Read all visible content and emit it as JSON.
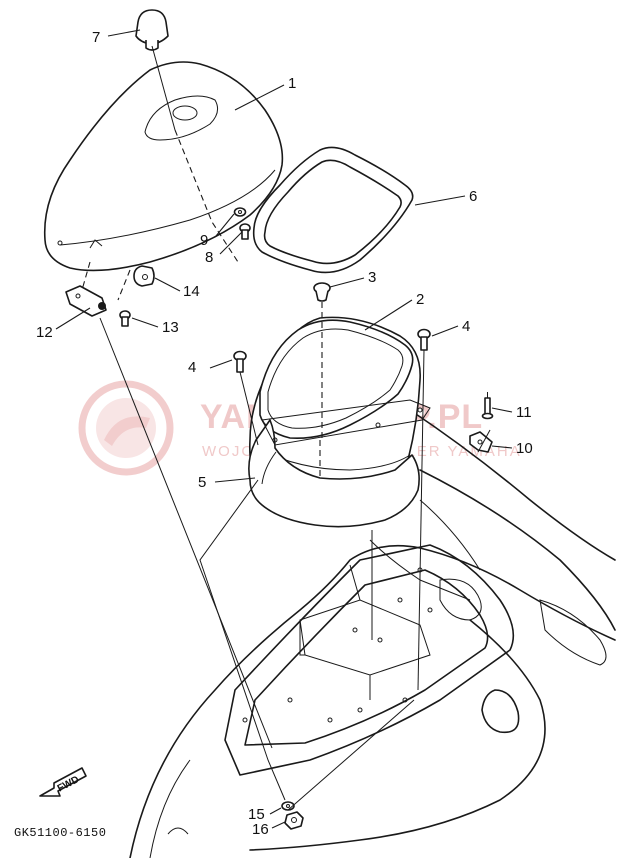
{
  "diagram": {
    "watermark": {
      "title": "YAMA-SKLEP.PL",
      "subtitle": "WOJCIECH SZCZ | DEALER YAMAHA"
    },
    "direction_label": "FWD",
    "drawing_code": "GK51100-6150",
    "callouts": [
      {
        "id": "c7",
        "label": "7"
      },
      {
        "id": "c1",
        "label": "1"
      },
      {
        "id": "c6",
        "label": "6"
      },
      {
        "id": "c9",
        "label": "9"
      },
      {
        "id": "c8",
        "label": "8"
      },
      {
        "id": "c3",
        "label": "3"
      },
      {
        "id": "c14",
        "label": "14"
      },
      {
        "id": "c2",
        "label": "2"
      },
      {
        "id": "c12",
        "label": "12"
      },
      {
        "id": "c13",
        "label": "13"
      },
      {
        "id": "c4a",
        "label": "4"
      },
      {
        "id": "c4b",
        "label": "4"
      },
      {
        "id": "c11",
        "label": "11"
      },
      {
        "id": "c10",
        "label": "10"
      },
      {
        "id": "c5",
        "label": "5"
      },
      {
        "id": "c15",
        "label": "15"
      },
      {
        "id": "c16",
        "label": "16"
      }
    ]
  }
}
